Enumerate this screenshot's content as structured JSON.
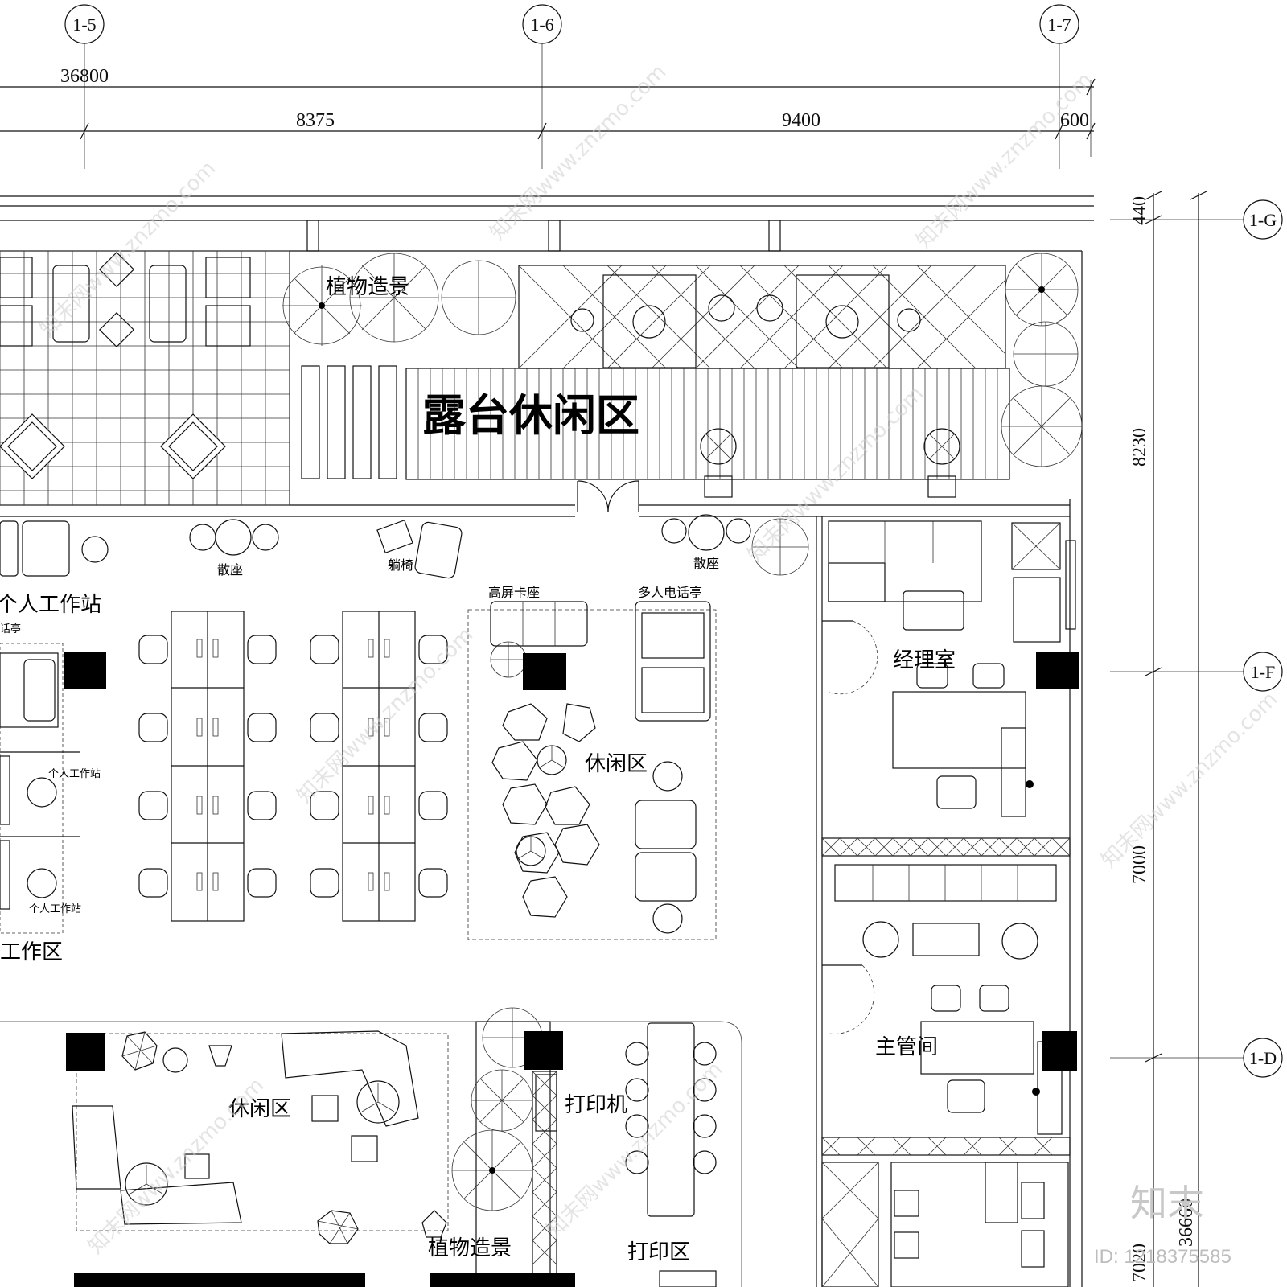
{
  "axes": {
    "top": [
      "1-5",
      "1-6",
      "1-7"
    ],
    "right": [
      "1-G",
      "1-F",
      "1-D"
    ]
  },
  "dimensions": {
    "total": "36800",
    "top_segments": [
      "8375",
      "9400",
      "600"
    ],
    "right_segments": [
      "440",
      "8230",
      "7000",
      "7020"
    ],
    "right_total": "36660"
  },
  "rooms": {
    "terrace": "露台休闲区",
    "plant_top": "植物造景",
    "plant_bottom": "植物造景",
    "lounge_main": "休闲区",
    "lounge_lower": "休闲区",
    "manager": "经理室",
    "supervisor": "主管间",
    "printer": "打印机",
    "print_area": "打印区",
    "workstation_title": "个人工作站",
    "work_area": "工作区",
    "high_booth": "高屏卡座",
    "phone_booth": "多人电话亭",
    "phone_booth_left": "话亭",
    "lounger": "躺椅",
    "seating_left": "散座",
    "seating_right": "散座",
    "ws_small_1": "个人工作站",
    "ws_small_2": "个人工作站"
  },
  "watermark": {
    "text": "知末网www.znzmo.com",
    "logo": "知末",
    "id": "ID: 1218375585"
  }
}
